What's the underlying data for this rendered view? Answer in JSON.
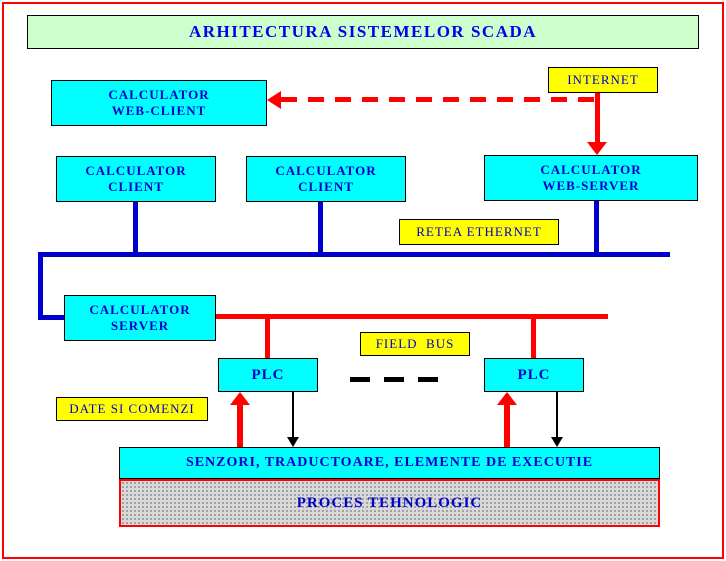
{
  "title": "ARHITECTURA SISTEMELOR SCADA",
  "colors": {
    "title_bg": "#ccffcc",
    "box_cyan": "#00ffff",
    "box_yellow": "#ffff00",
    "text_blue": "#0000cc",
    "line_blue": "#0000cc",
    "line_red": "#ff0000",
    "frame_red": "#ff0000",
    "process_gray": "#c0c0c0"
  },
  "boxes": {
    "internet": {
      "label": "INTERNET"
    },
    "web_client": {
      "line1": "CALCULATOR",
      "line2": "WEB-CLIENT"
    },
    "client_left": {
      "line1": "CALCULATOR",
      "line2": "CLIENT"
    },
    "client_mid": {
      "line1": "CALCULATOR",
      "line2": "CLIENT"
    },
    "web_server": {
      "line1": "CALCULATOR",
      "line2": "WEB-SERVER"
    },
    "server": {
      "line1": "CALCULATOR",
      "line2": "SERVER"
    },
    "plc_left": {
      "label": "PLC"
    },
    "plc_right": {
      "label": "PLC"
    }
  },
  "labels": {
    "ethernet": "RETEA ETHERNET",
    "field_bus": "FIELD  BUS",
    "date_comenzi": "DATE SI COMENZI",
    "senzori": "SENZORI, TRADUCTOARE, ELEMENTE DE EXECUTIE",
    "proces": "PROCES TEHNOLOGIC"
  }
}
